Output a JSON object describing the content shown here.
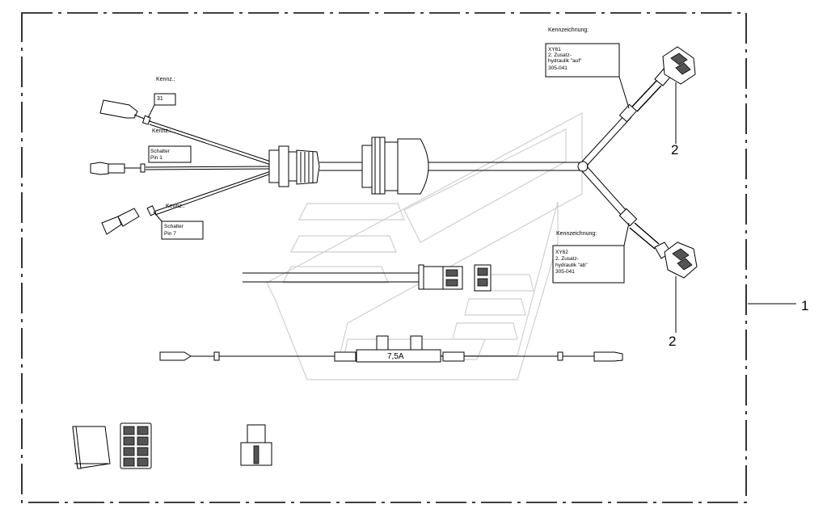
{
  "labels": {
    "kennz_1": "Kennz.:",
    "kennz_1_value": "31",
    "kennz_2": "Kennz.:",
    "schalter_1": "Schalter",
    "pin_1": "Pin 1",
    "kennz_3": "Kennz.:",
    "schalter_7": "Schalter",
    "pin_7": "Pin 7",
    "kennzeichnung_1": "Kennzeichnung:",
    "xy61_line1": "XY61",
    "xy61_line2": "2. Zusatz-",
    "xy61_line3": "hydraulik \"auf\"",
    "xy61_line4": "305-041",
    "kennzeichnung_2": "Kennzeichnung:",
    "xy62_line1": "XY62",
    "xy62_line2": "2. Zusatz-",
    "xy62_line3": "hydraulik \"ab\"",
    "xy62_line4": "305-041",
    "fuse_rating": "7,5A"
  },
  "callouts": {
    "assembly": "1",
    "connector_top": "2",
    "connector_bottom": "2"
  }
}
